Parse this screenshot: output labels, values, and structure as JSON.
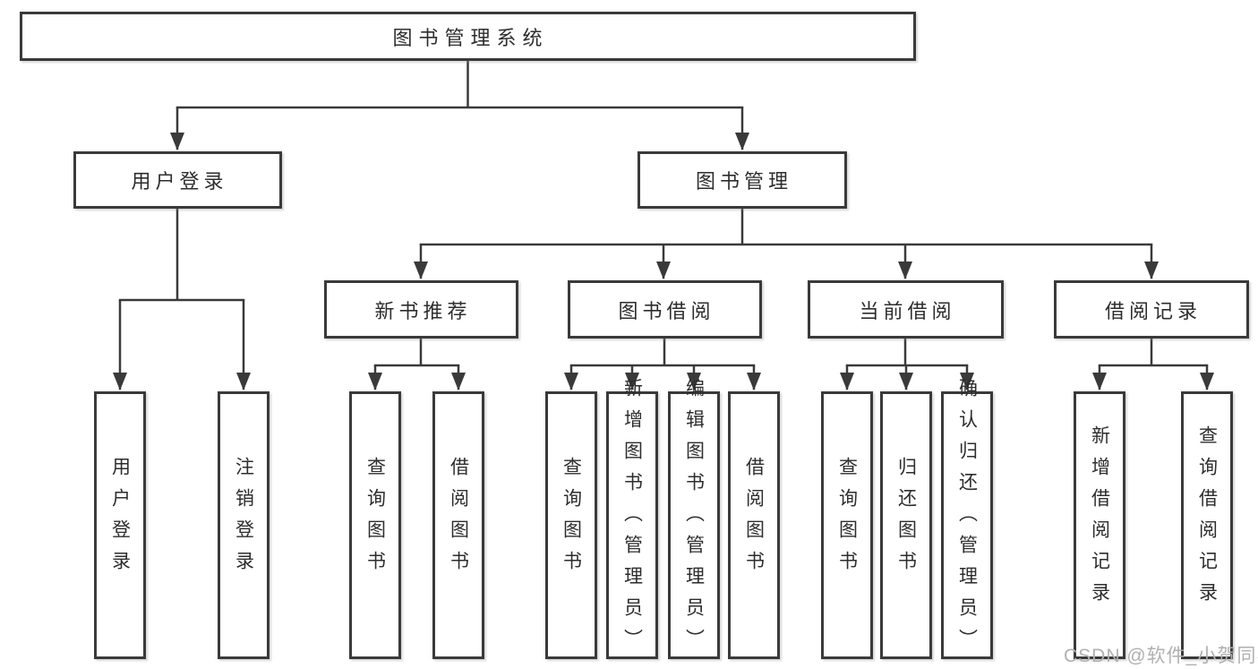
{
  "diagram": {
    "tree": {
      "label": "图书管理系统",
      "children": [
        {
          "label": "用户登录",
          "children": [
            {
              "label": "用户登录"
            },
            {
              "label": "注销登录"
            }
          ]
        },
        {
          "label": "图书管理",
          "children": [
            {
              "label": "新书推荐",
              "children": [
                {
                  "label": "查询图书"
                },
                {
                  "label": "借阅图书"
                }
              ]
            },
            {
              "label": "图书借阅",
              "children": [
                {
                  "label": "查询图书"
                },
                {
                  "label": "新增图书（管理员）"
                },
                {
                  "label": "编辑图书（管理员）"
                },
                {
                  "label": "借阅图书"
                }
              ]
            },
            {
              "label": "当前借阅",
              "children": [
                {
                  "label": "查询图书"
                },
                {
                  "label": "归还图书"
                },
                {
                  "label": "确认归还（管理员）"
                }
              ]
            },
            {
              "label": "借阅记录",
              "children": [
                {
                  "label": "新增借阅记录"
                },
                {
                  "label": "查询借阅记录"
                }
              ]
            }
          ]
        }
      ]
    },
    "watermark": "CSDN @软件_小贺同学",
    "colors": {
      "line": "#3a3a3a",
      "text": "#2d2d2d",
      "watermark": "#b0b0b0",
      "box_fill": "#ffffff",
      "background": "#ffffff"
    }
  }
}
